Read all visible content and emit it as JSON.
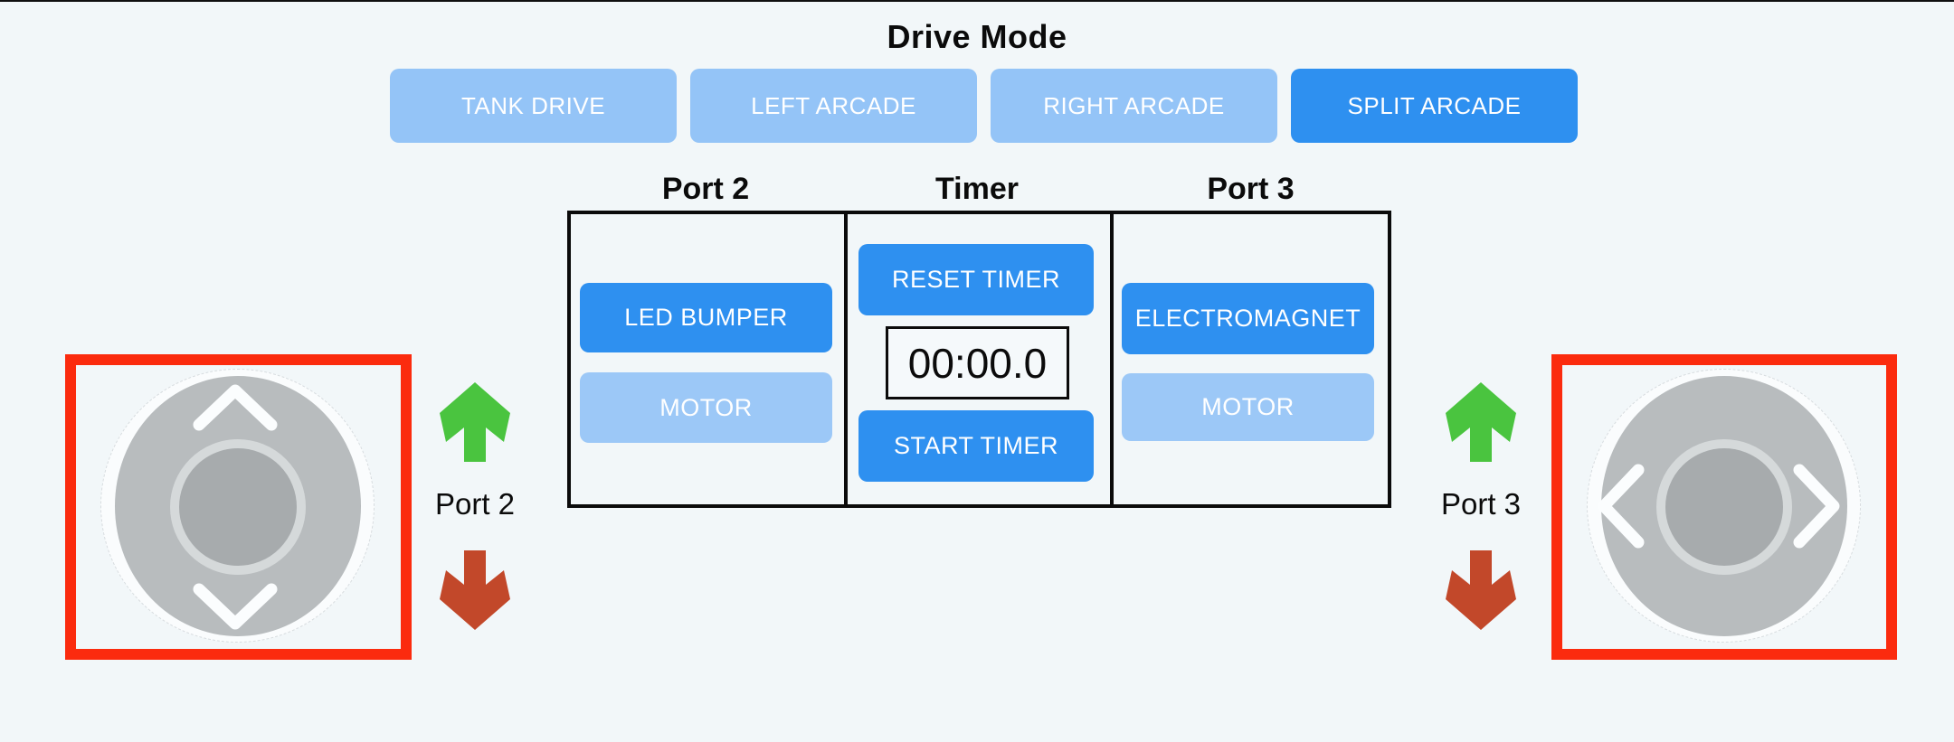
{
  "drive_mode": {
    "title": "Drive Mode",
    "buttons": [
      {
        "label": "TANK DRIVE",
        "active": false
      },
      {
        "label": "LEFT ARCADE",
        "active": false
      },
      {
        "label": "RIGHT ARCADE",
        "active": false
      },
      {
        "label": "SPLIT ARCADE",
        "active": true
      }
    ]
  },
  "panel": {
    "port2": {
      "header": "Port 2",
      "buttons": [
        {
          "label": "LED BUMPER",
          "state": "on"
        },
        {
          "label": "MOTOR",
          "state": "off"
        }
      ]
    },
    "timer": {
      "header": "Timer",
      "reset_button": "RESET TIMER",
      "display": "00:00.0",
      "start_button": "START TIMER"
    },
    "port3": {
      "header": "Port 3",
      "buttons": [
        {
          "label": "ELECTROMAGNET",
          "state": "on"
        },
        {
          "label": "MOTOR",
          "state": "off"
        }
      ]
    }
  },
  "joysticks": {
    "left": {
      "label": "Port 2",
      "axis": "vertical",
      "up_icon": "green-up-arrow",
      "down_icon": "red-down-arrow"
    },
    "right": {
      "label": "Port 3",
      "axis": "horizontal",
      "up_icon": "green-up-arrow",
      "down_icon": "red-down-arrow"
    }
  },
  "colors": {
    "background": "#f2f7f9",
    "button_active_blue": "#2e90f0",
    "button_inactive_blue": "#9cc8f7",
    "highlight_red_box": "#fb2b0e",
    "arrow_green": "#4ac43f",
    "arrow_red": "#c2482a",
    "joystick_pad_gray": "#b8bcbe",
    "joystick_knob_gray": "#a7abad",
    "text_black": "#0b0b0b",
    "button_text": "#ffffff"
  }
}
